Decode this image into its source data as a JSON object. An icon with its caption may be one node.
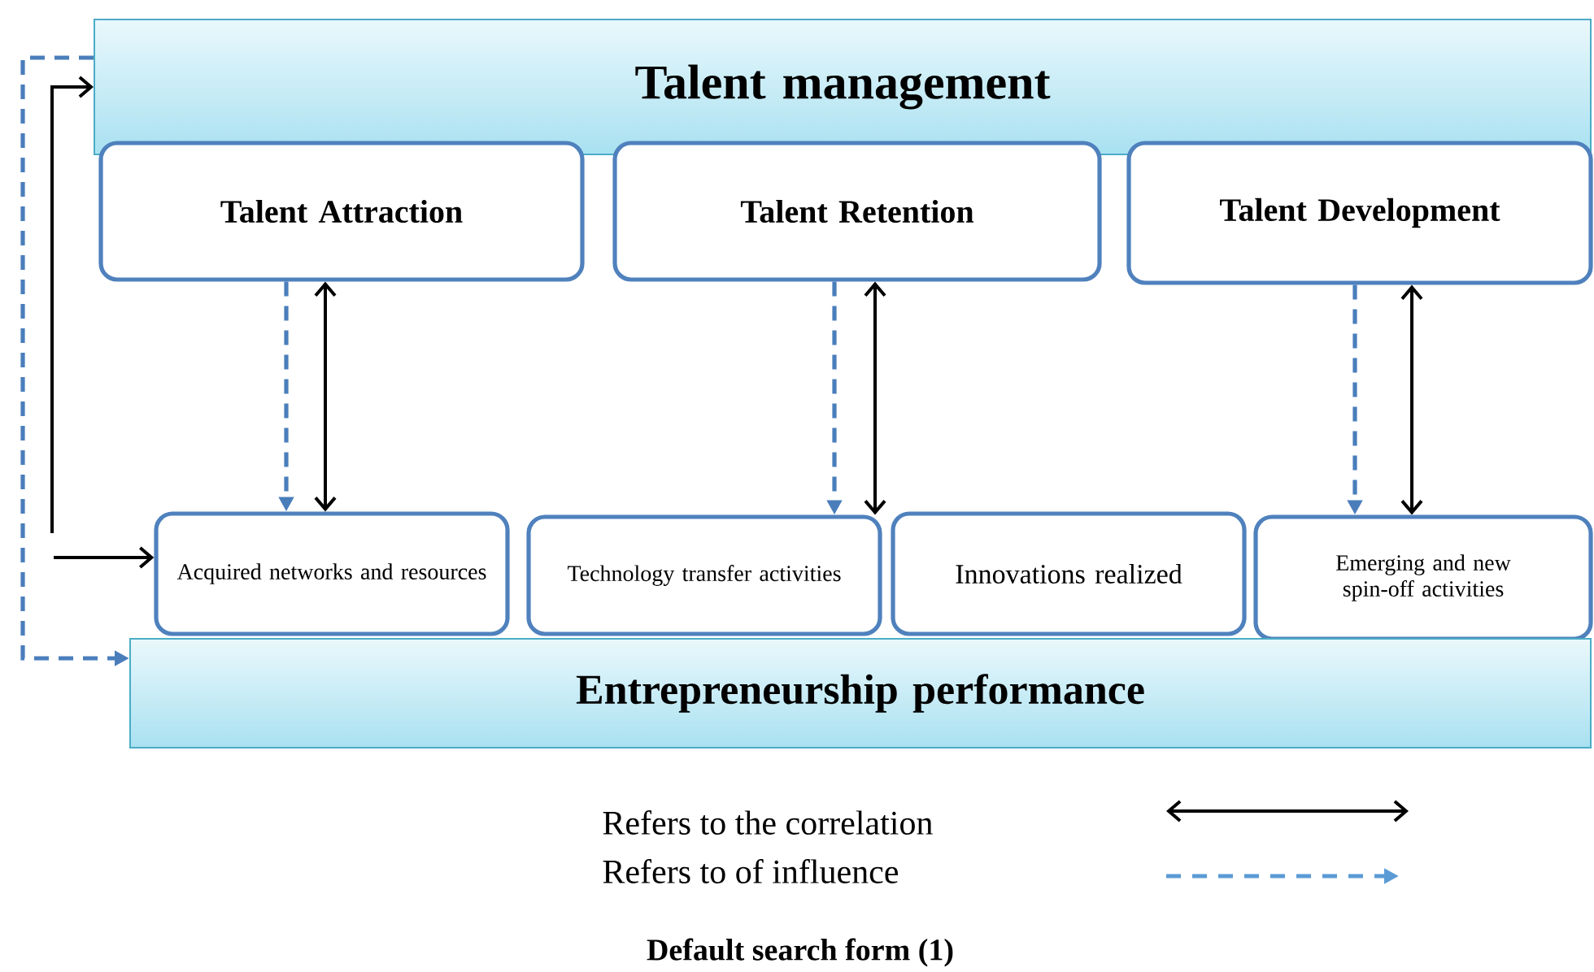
{
  "diagram": {
    "caption": "Default search form (1)",
    "nodes": [
      {
        "text": [
          "Talent management"
        ]
      },
      {
        "text": [
          "Talent Attraction"
        ]
      },
      {
        "text": [
          "Talent Retention"
        ]
      },
      {
        "text": [
          "Talent Development"
        ]
      },
      {
        "text": [
          "Acquired networks and resources"
        ]
      },
      {
        "text": [
          "Technology transfer activities"
        ]
      },
      {
        "text": [
          "Innovations realized"
        ]
      },
      {
        "text": [
          "Emerging and new spin-off activities"
        ]
      },
      {
        "text": [
          "Entrepreneurship performance"
        ]
      }
    ],
    "edges": [
      {
        "from": 1,
        "to": 4,
        "arrow": "to",
        "style": "dashed",
        "color": "#4a7ebb"
      },
      {
        "from": 1,
        "to": 4,
        "arrow": "both"
      },
      {
        "from": 2,
        "to": 5,
        "arrow": "to",
        "style": "dashed",
        "color": "#4a7ebb"
      },
      {
        "from": 2,
        "to": 5,
        "arrow": "both"
      },
      {
        "from": 3,
        "to": 7,
        "arrow": "to",
        "style": "dashed",
        "color": "#4a7ebb"
      },
      {
        "from": 3,
        "to": 7,
        "arrow": "both"
      },
      {
        "from": null,
        "to": 0,
        "arrow": "to"
      },
      {
        "from": null,
        "to": 4,
        "arrow": "to"
      },
      {
        "from": 0,
        "to": 8,
        "arrow": "to",
        "style": "dashed",
        "color": "#4a7ebb"
      }
    ],
    "legend": [
      {
        "text": "Refers to the correlation"
      },
      {
        "text": "Refers to  of influence"
      }
    ]
  }
}
